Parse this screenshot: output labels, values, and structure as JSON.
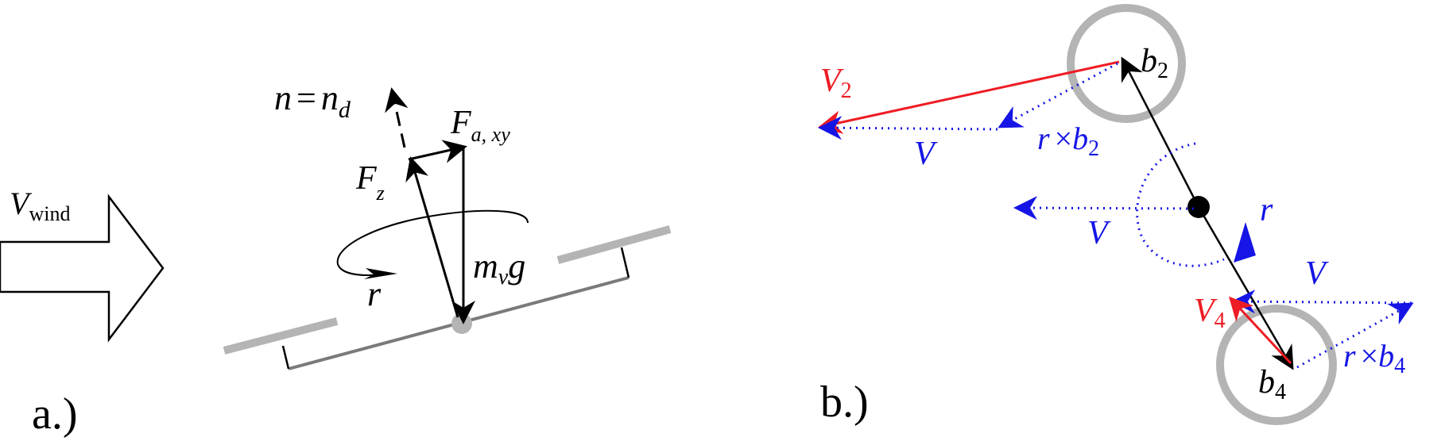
{
  "panel_a": {
    "label": "a.)",
    "wind": {
      "symbol": "V",
      "subscript": "wind"
    },
    "normal": {
      "lhs": "n",
      "eq": "=",
      "rhs": "n",
      "rhs_sub": "d"
    },
    "force_xy": {
      "symbol": "F",
      "subscript": "a, xy"
    },
    "force_z": {
      "symbol": "F",
      "subscript": "z"
    },
    "weight": {
      "m": "m",
      "m_sub": "v",
      "g": "g"
    },
    "yaw_rate": "r"
  },
  "panel_b": {
    "label": "b.)",
    "b2": {
      "symbol": "b",
      "subscript": "2"
    },
    "b4": {
      "symbol": "b",
      "subscript": "4"
    },
    "V2": {
      "symbol": "V",
      "subscript": "2"
    },
    "V4": {
      "symbol": "V",
      "subscript": "4"
    },
    "V_top": "V",
    "V_center": "V",
    "V_bottom": "V",
    "r": "r",
    "cross2": {
      "r": "r",
      "times": "×",
      "b": "b",
      "subscript": "2"
    },
    "cross4": {
      "r": "r",
      "times": "×",
      "b": "b",
      "subscript": "4"
    }
  },
  "colors": {
    "black": "#000000",
    "gray": "#b4b4b4",
    "dark_gray": "#7a7a7a",
    "red": "#ee1c24",
    "blue": "#1515e6"
  }
}
